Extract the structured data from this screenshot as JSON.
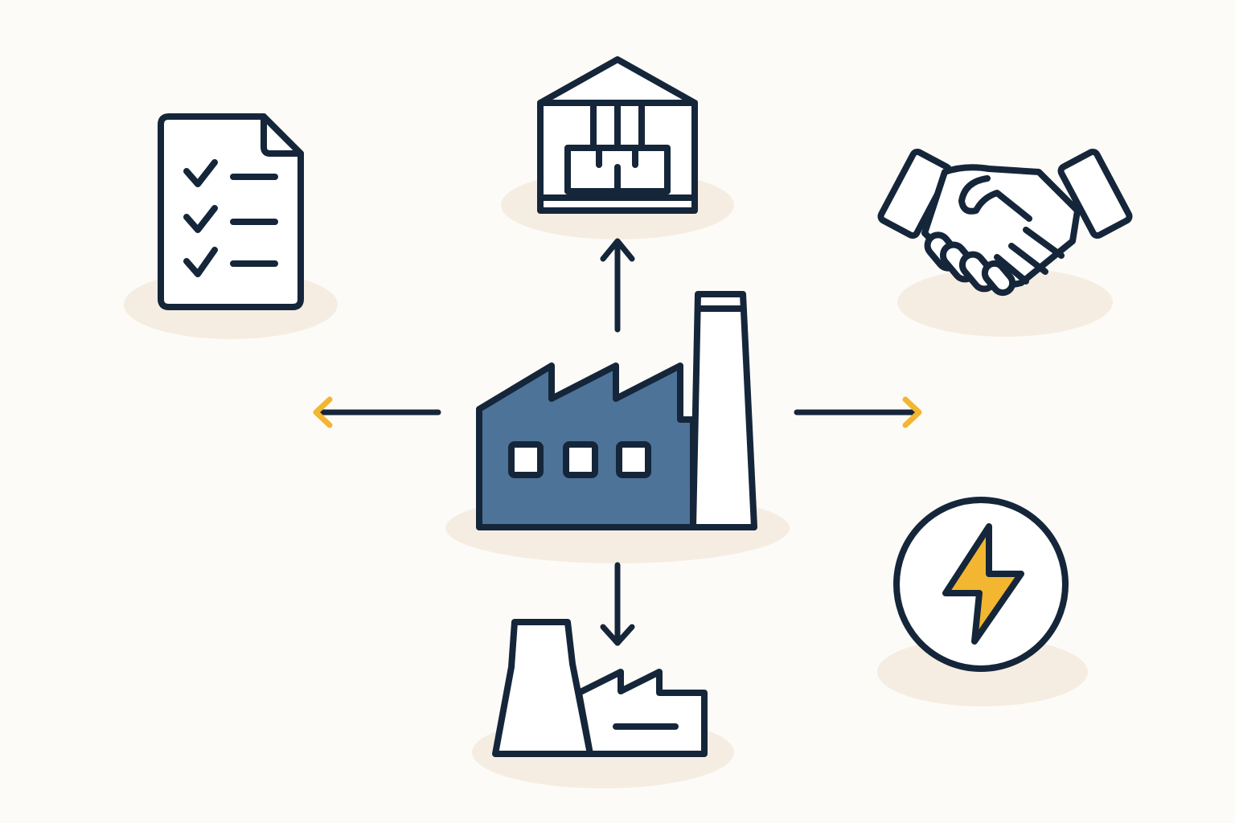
{
  "nodes": [
    {
      "id": "factory",
      "icon": "factory-icon",
      "role": "center"
    },
    {
      "id": "warehouse",
      "icon": "warehouse-icon",
      "role": "top"
    },
    {
      "id": "checklist",
      "icon": "checklist-document-icon",
      "role": "top-left"
    },
    {
      "id": "handshake",
      "icon": "handshake-icon",
      "role": "top-right"
    },
    {
      "id": "energy",
      "icon": "lightning-bolt-icon",
      "role": "bottom-right"
    },
    {
      "id": "power-plant",
      "icon": "power-plant-icon",
      "role": "bottom"
    }
  ],
  "edges": [
    {
      "from": "factory",
      "to": "warehouse",
      "direction": "up"
    },
    {
      "from": "factory",
      "to": "power-plant",
      "direction": "down"
    },
    {
      "from": "factory",
      "to": "left",
      "direction": "left",
      "arrowhead_color": "#f2b630"
    },
    {
      "from": "factory",
      "to": "right",
      "direction": "right",
      "arrowhead_color": "#f2b630"
    }
  ],
  "colors": {
    "background": "#fdfbf8",
    "outline": "#15263a",
    "factory_fill": "#4d7399",
    "accent": "#f2b630",
    "shadow": "#f6ede2",
    "icon_fill": "#ffffff"
  }
}
